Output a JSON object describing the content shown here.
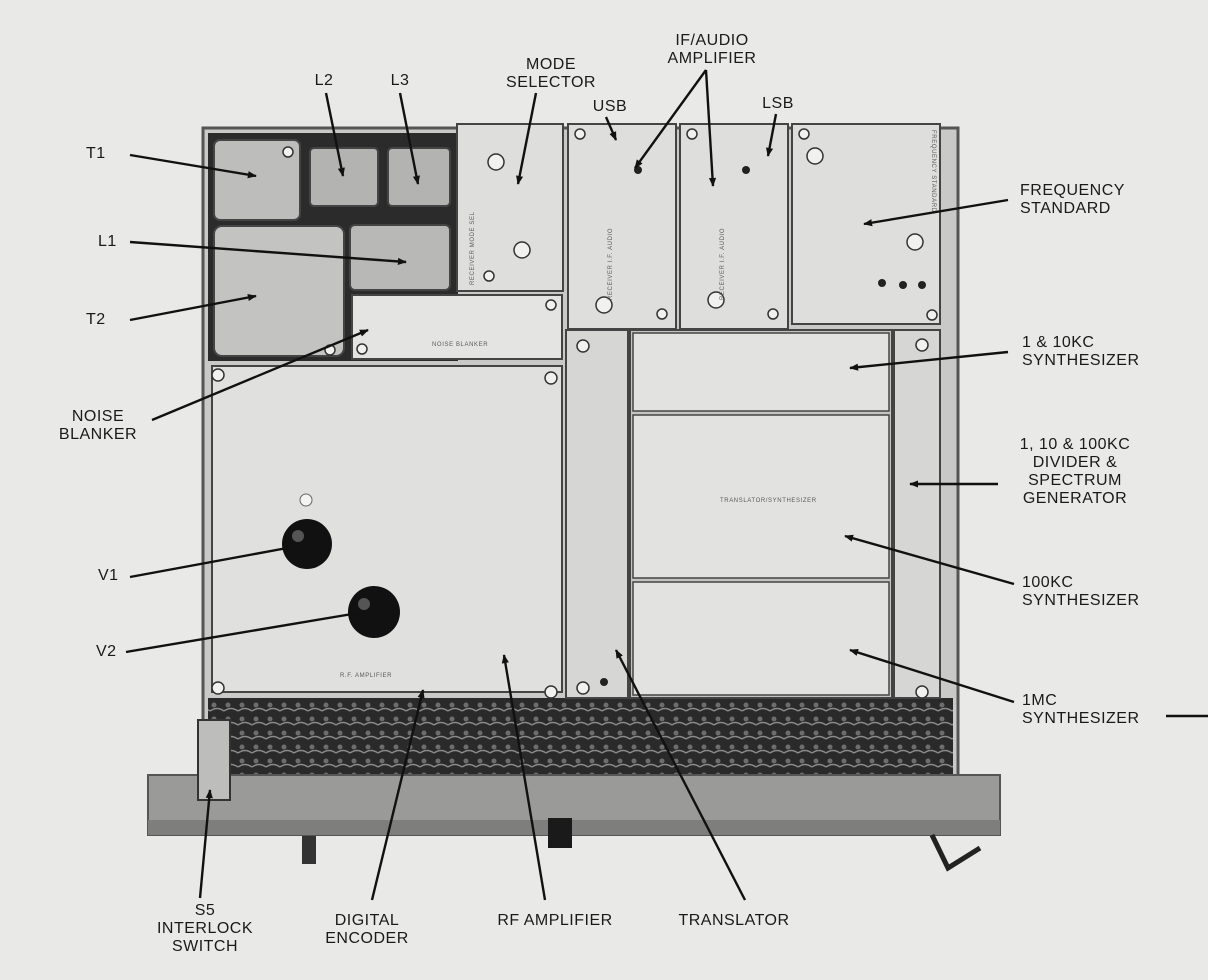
{
  "labels": {
    "t1": "T1",
    "l2": "L2",
    "l3": "L3",
    "mode_selector": "MODE\nSELECTOR",
    "if_audio_amplifier": "IF/AUDIO\nAMPLIFIER",
    "usb": "USB",
    "lsb": "LSB",
    "l1": "L1",
    "t2": "T2",
    "frequency_standard": "FREQUENCY\nSTANDARD",
    "synth_1_10kc": "1 & 10KC\nSYNTHESIZER",
    "noise_blanker": "NOISE\nBLANKER",
    "divider_spectrum": "1, 10 & 100KC\nDIVIDER &\nSPECTRUM\nGENERATOR",
    "v1": "V1",
    "synth_100kc": "100KC\nSYNTHESIZER",
    "v2": "V2",
    "synth_1mc": "1MC\nSYNTHESIZER",
    "s5_interlock": "S5\nINTERLOCK\nSWITCH",
    "digital_encoder": "DIGITAL\nENCODER",
    "rf_amplifier": "RF AMPLIFIER",
    "translator": "TRANSLATOR"
  },
  "module_markings": {
    "mode_sel": "RECEIVER MODE SEL",
    "usb_module": "RECEIVER I.F. AUDIO",
    "lsb_module": "RECEIVER I.F. AUDIO",
    "freq_std": "FREQUENCY STANDARD",
    "noise_blanker": "NOISE BLANKER",
    "translator_synth": "TRANSLATOR/SYNTHESIZER",
    "rf_amp": "R.F. AMPLIFIER"
  },
  "colors": {
    "background": "#e9e9e7",
    "chassis": "#cfcfcd",
    "module": "#dededc",
    "dark_cavity": "#2b2b2b",
    "tube": "#111111",
    "text": "#1a1a1a"
  }
}
